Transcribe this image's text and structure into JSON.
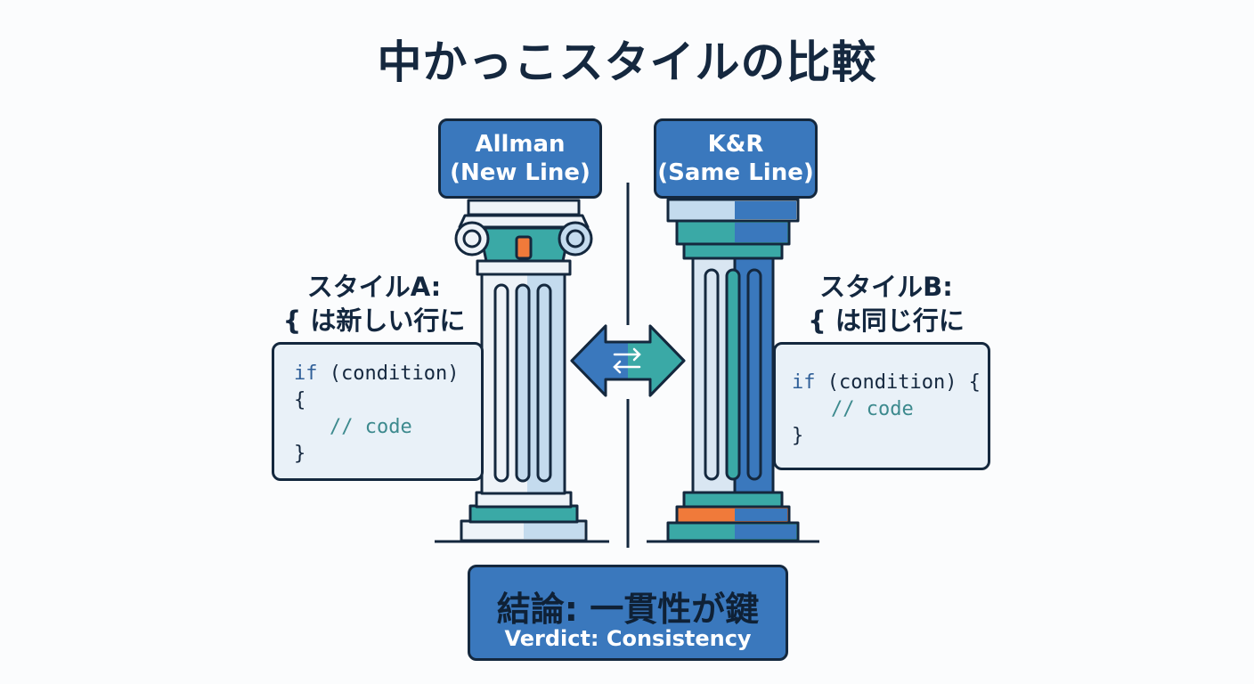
{
  "title": "中かっこスタイルの比較",
  "left": {
    "header_line1": "Allman",
    "header_line2": "(New Line)",
    "style_line1": "スタイルA:",
    "style_line2": "{ は新しい行に",
    "code": {
      "kw": "if",
      "cond": " (condition)",
      "open": "{",
      "comment": "// code",
      "close": "}"
    }
  },
  "right": {
    "header_line1": "K&R",
    "header_line2": "(Same Line)",
    "style_line1": "スタイルB:",
    "style_line2": "{ は同じ行に",
    "code": {
      "kw": "if",
      "cond": " (condition) {",
      "comment": "// code",
      "close": "}"
    }
  },
  "verdict": {
    "main": "結論: 一貫性が鍵",
    "sub": "Verdict: Consistency"
  },
  "colors": {
    "blue": "#3a78bd",
    "teal": "#3aa9a6",
    "orange": "#f07a3a",
    "light_blue": "#e9f1f8",
    "outline": "#14283e"
  },
  "icons": [
    "swap-arrows-icon"
  ]
}
